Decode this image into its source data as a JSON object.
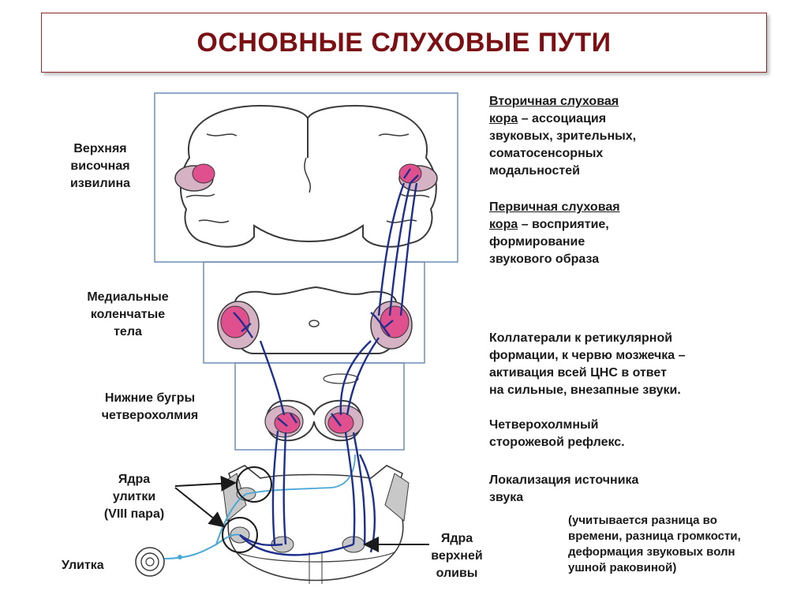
{
  "title": "ОСНОВНЫЕ СЛУХОВЫЕ ПУТИ",
  "left_labels": {
    "superior_temporal": [
      "Верхняя",
      "височная",
      "извилина"
    ],
    "medial_geniculate": [
      "Медиальные",
      "коленчатые",
      "тела"
    ],
    "inferior_colliculi": [
      "Нижние бугры",
      "четверохолмия"
    ],
    "cochlear_nuclei": [
      "Ядра",
      "улитки",
      "(VIII пара)"
    ],
    "cochlea": "Улитка",
    "superior_olive": [
      "Ядра",
      "верхней",
      "оливы"
    ]
  },
  "right_text": {
    "secondary_cortex_term": [
      "Вторичная слуховая",
      "кора"
    ],
    "secondary_cortex_rest": [
      " – ассоциация",
      "звуковых, зрительных,",
      "соматосенсорных",
      "модальностей"
    ],
    "primary_cortex_term": [
      "Первичная слуховая",
      "кора"
    ],
    "primary_cortex_rest": [
      " – восприятие,",
      "формирование",
      "звукового образа"
    ],
    "collaterals": [
      "Коллатерали к ретикулярной",
      "формации, к червю мозжечка –",
      "активация всей ЦНС в ответ",
      "на сильные, внезапные звуки."
    ],
    "reflex": [
      "Четверохолмный",
      "сторожевой рефлекс."
    ],
    "localization": [
      "Локализация источника",
      "звука"
    ],
    "localization_note": [
      "(учитывается разница во",
      "времени, разница громкости,",
      "деформация звуковых волн",
      "ушной раковиной)"
    ]
  },
  "colors": {
    "title": "#7a0f14",
    "frame": "#6f8fb8",
    "pathway": "#1e2f8c",
    "cochlear_nerve": "#4aa8d8",
    "nucleus_pink": "#e0508f",
    "nucleus_light": "#d6b3c4",
    "outline": "#3a3a3a"
  }
}
